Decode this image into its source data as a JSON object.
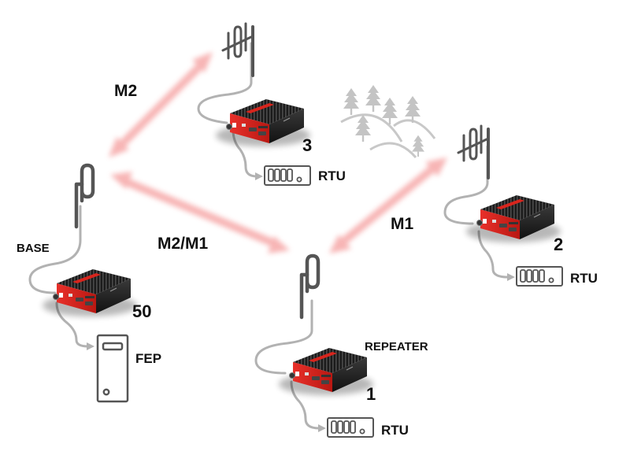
{
  "diagram": {
    "title": "Radio network with repeater",
    "colors": {
      "link_arrow": "#f8b4b4",
      "cable": "#b0b0b0",
      "antenna": "#555555",
      "device_body": "#1e1e1e",
      "device_accent": "#d8251d",
      "terrain": "#c8c8c8",
      "outline": "#555555"
    },
    "links": [
      {
        "id": "m2",
        "label": "M2",
        "from": "BASE",
        "to": "3"
      },
      {
        "id": "m2m1",
        "label": "M2/M1",
        "from": "BASE",
        "to": "REPEATER"
      },
      {
        "id": "m1",
        "label": "M1",
        "from": "REPEATER",
        "to": "2"
      }
    ],
    "stations": {
      "base": {
        "role": "BASE",
        "address": "50",
        "antenna": "whip",
        "endpoint": "FEP"
      },
      "station3": {
        "address": "3",
        "antenna": "yagi",
        "endpoint": "RTU"
      },
      "station2": {
        "address": "2",
        "antenna": "yagi",
        "endpoint": "RTU"
      },
      "repeater": {
        "role": "REPEATER",
        "address": "1",
        "antenna": "whip",
        "endpoint": "RTU"
      }
    },
    "terrain": {
      "icon": "forest-hills-icon",
      "trees": 6,
      "hills": 3
    }
  }
}
